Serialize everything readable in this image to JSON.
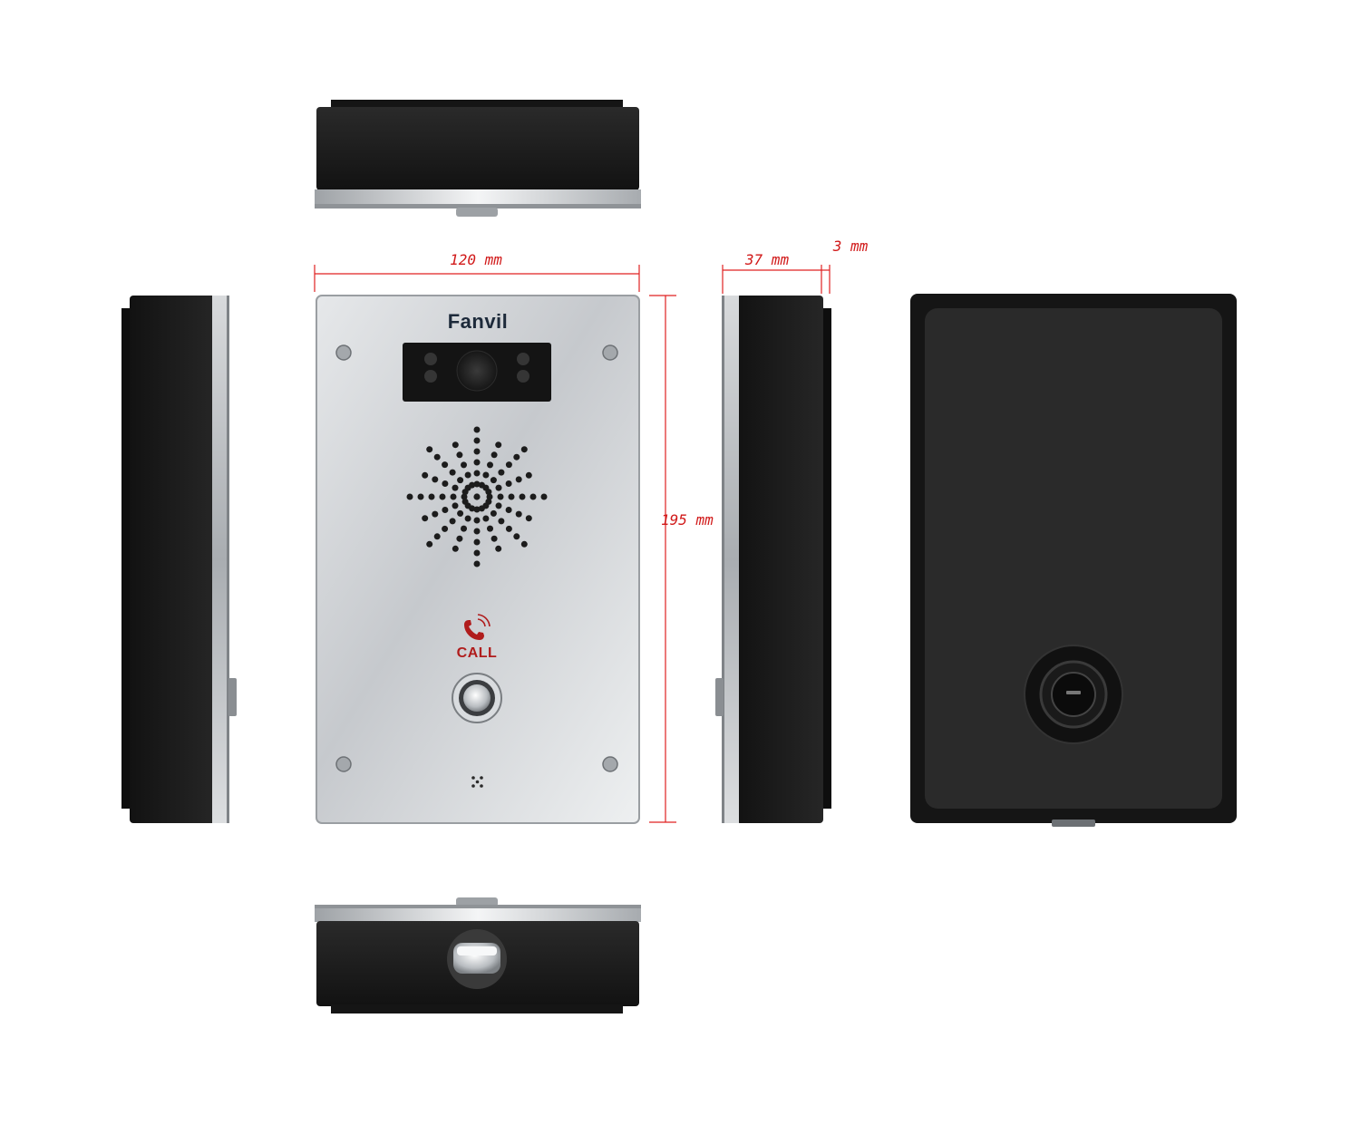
{
  "diagram": {
    "brand": "Fanvil",
    "call_label": "CALL",
    "dimensions": {
      "width": "120 mm",
      "height": "195 mm",
      "depth": "37 mm",
      "rim": "3 mm"
    },
    "views": [
      "top-view",
      "left-side-view",
      "front-view",
      "right-side-view",
      "back-view",
      "bottom-view"
    ],
    "colors": {
      "dimension_line": "#e02020",
      "call_red": "#b01c1c",
      "housing_black": "#1b1b1b",
      "steel": "#c9ccd0"
    },
    "icons": {
      "call": "phone-call-icon",
      "button": "push-button-icon",
      "camera": "camera-lens-icon"
    }
  }
}
